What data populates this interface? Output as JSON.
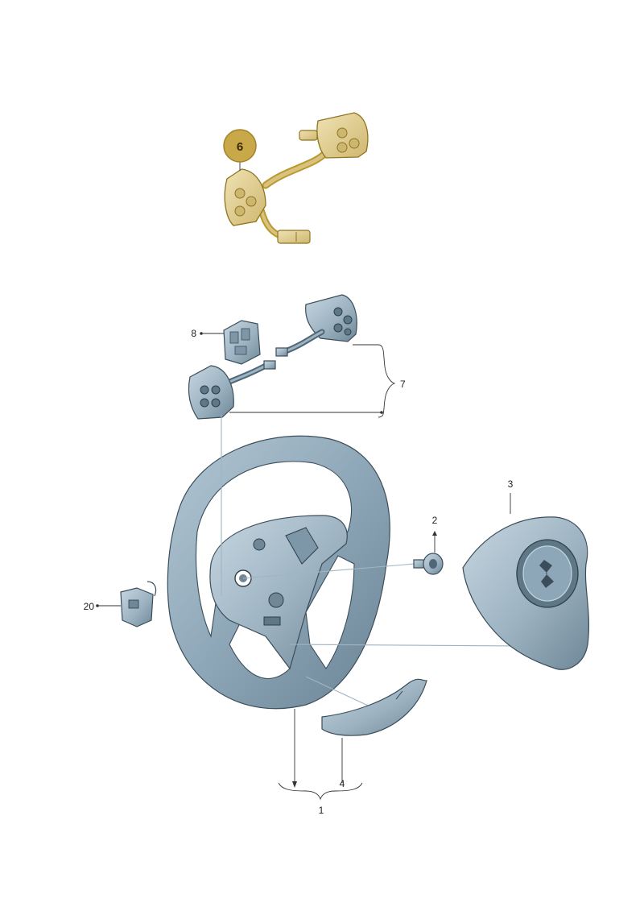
{
  "callouts": {
    "c6": "6",
    "c8": "8",
    "c7": "7",
    "c2": "2",
    "c3": "3",
    "c20": "20",
    "c4": "4",
    "c1": "1"
  },
  "colors": {
    "highlight": "#e0c36a",
    "highlight_stroke": "#b89a2e",
    "part_fill": "#9db3c2",
    "part_dark": "#6f8797",
    "part_light": "#c6d6e0"
  }
}
